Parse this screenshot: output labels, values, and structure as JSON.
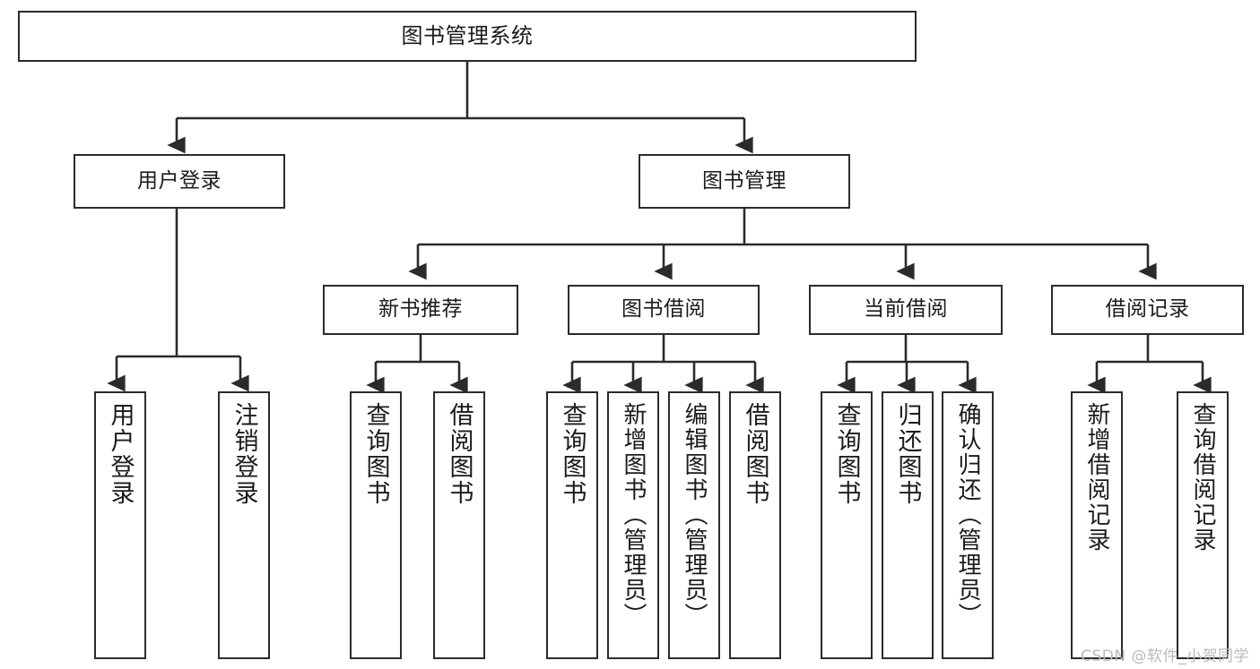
{
  "diagram": {
    "title": "图书管理系统",
    "watermark": "CSDN @软件_小贺同学",
    "colors": {
      "box_border": "#2b2b2b",
      "box_fill": "#ffffff",
      "edge": "#2b2b2b",
      "text": "#1b1b1b",
      "watermark": "#b9b9b9",
      "background": "#ffffff"
    },
    "root": {
      "label": "图书管理系统"
    },
    "level1": [
      {
        "label": "用户登录"
      },
      {
        "label": "图书管理"
      }
    ],
    "level2": [
      {
        "label": "新书推荐"
      },
      {
        "label": "图书借阅"
      },
      {
        "label": "当前借阅"
      },
      {
        "label": "借阅记录"
      }
    ],
    "leaves": {
      "user_login": [
        {
          "label": "用户登录"
        },
        {
          "label": "注销登录"
        }
      ],
      "new_book": [
        {
          "label": "查询图书"
        },
        {
          "label": "借阅图书"
        }
      ],
      "borrow_book": [
        {
          "label": "查询图书"
        },
        {
          "label": "新增图书（管理员）"
        },
        {
          "label": "编辑图书（管理员）"
        },
        {
          "label": "借阅图书"
        }
      ],
      "current_borrow": [
        {
          "label": "查询图书"
        },
        {
          "label": "归还图书"
        },
        {
          "label": "确认归还（管理员）"
        }
      ],
      "borrow_record": [
        {
          "label": "新增借阅记录"
        },
        {
          "label": "查询借阅记录"
        }
      ]
    }
  }
}
